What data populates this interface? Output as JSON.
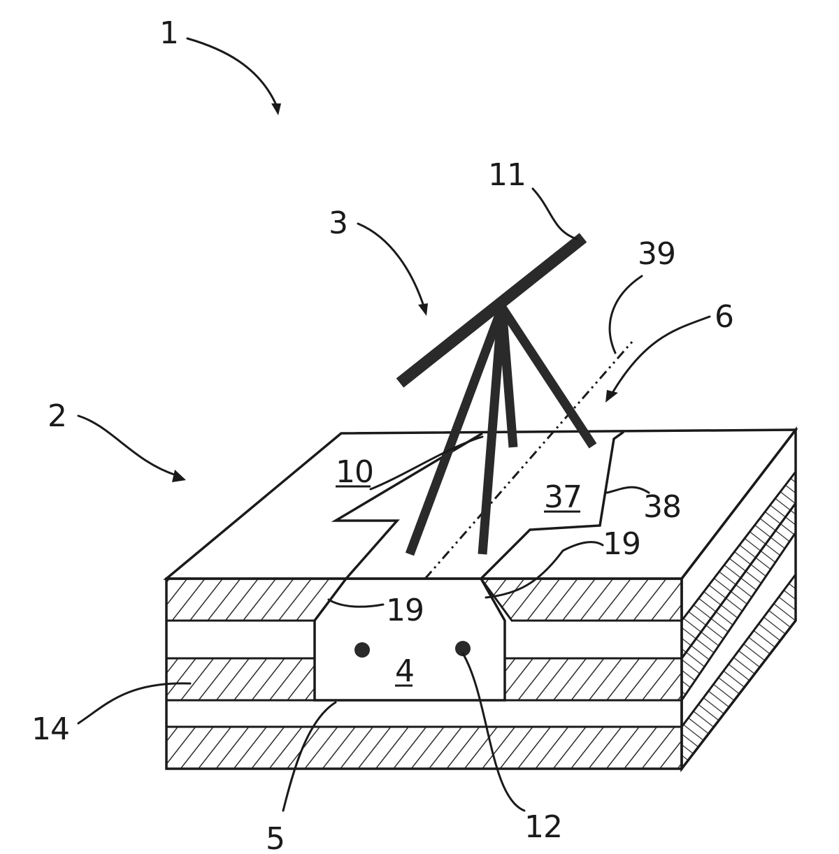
{
  "labels": {
    "device": "1",
    "substrate": "2",
    "tool": "3",
    "cavity": "4",
    "bottom": "5",
    "axis_arrow": "6",
    "surface_region": "10",
    "cross_bar": "11",
    "contacts": "12",
    "layer": "14",
    "slope_left": "19",
    "slope_right": "19",
    "surface_region_2": "37",
    "edge": "38",
    "axis_line": "39"
  }
}
